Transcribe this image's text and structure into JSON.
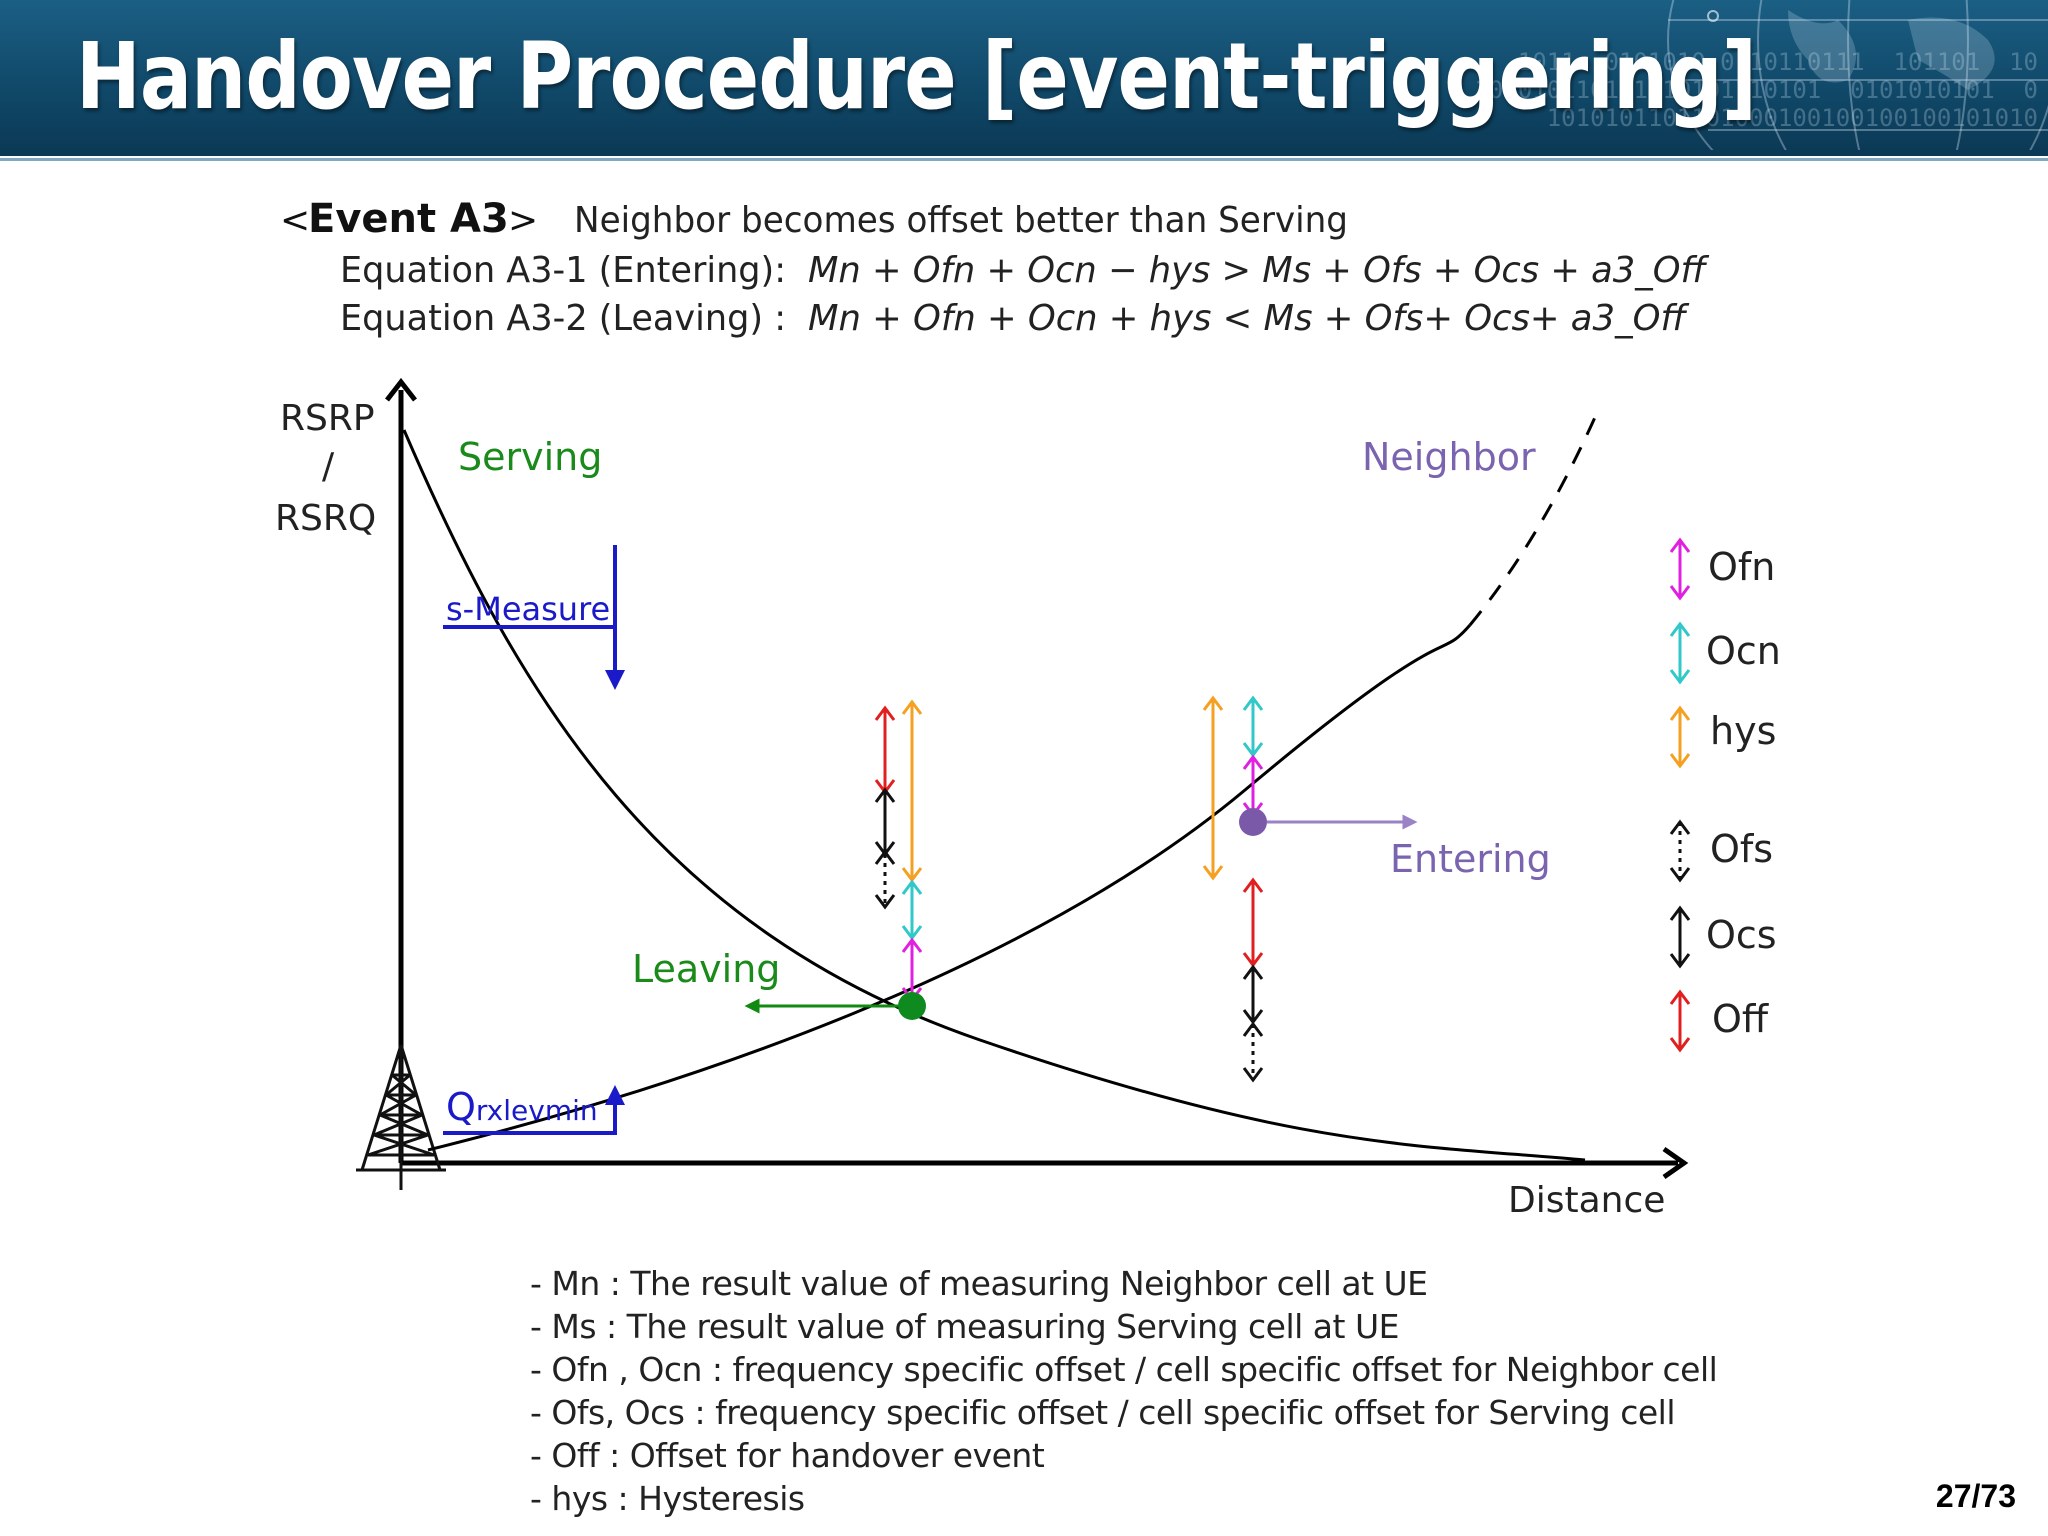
{
  "header": {
    "title": "Handover Procedure [event-triggering]",
    "decor_binary": [
      "1011  0101010 0110110111  101101  10",
      "1010101101 1110101110101  0101010101  0",
      "   1010101101101000100100100100101010"
    ]
  },
  "event": {
    "open_bracket": "<",
    "name": "Event A3",
    "close_bracket": ">",
    "description": "Neighbor becomes offset better than Serving",
    "eq1_label": "Equation A3-1 (Entering):",
    "eq1": "Mn + Ofn + Ocn − hys > Ms + Ofs + Ocs + a3_Off",
    "eq2_label": "Equation A3-2 (Leaving) :",
    "eq2": "Mn + Ofn + Ocn + hys < Ms + Ofs+ Ocs+ a3_Off"
  },
  "axes": {
    "y_label_top": "RSRP",
    "y_label_sep": "/",
    "y_label_bottom": "RSRQ",
    "x_label": "Distance"
  },
  "curves": {
    "serving_label": "Serving",
    "neighbor_label": "Neighbor",
    "serving_color": "#1a8a1a",
    "neighbor_color": "#7a64b0"
  },
  "thresholds": {
    "s_measure": "s-Measure",
    "q_rx_main": "Q",
    "q_rx_sub": "rxlevmin",
    "color": "#1a1ac8"
  },
  "points": {
    "entering": "Entering",
    "leaving": "Leaving",
    "entering_color": "#7a5aa8",
    "leaving_color": "#0e8a1e"
  },
  "legend": [
    {
      "label": "Ofn",
      "color": "#e020e0",
      "style": "solid"
    },
    {
      "label": "Ocn",
      "color": "#30c8c8",
      "style": "solid"
    },
    {
      "label": "hys",
      "color": "#f5a020",
      "style": "solid"
    },
    {
      "label": "Ofs",
      "color": "#111111",
      "style": "dotted"
    },
    {
      "label": "Ocs",
      "color": "#111111",
      "style": "solid"
    },
    {
      "label": "Off",
      "color": "#e02020",
      "style": "solid"
    }
  ],
  "definitions": [
    "- Mn : The result value of measuring Neighbor cell at UE",
    "- Ms : The result value of measuring Serving cell at UE",
    "- Ofn , Ocn : frequency specific offset / cell specific offset for Neighbor cell",
    "- Ofs, Ocs : frequency specific offset / cell specific offset for Serving cell",
    "- Off : Offset for handover event",
    "- hys : Hysteresis"
  ],
  "page_number": "27/73"
}
